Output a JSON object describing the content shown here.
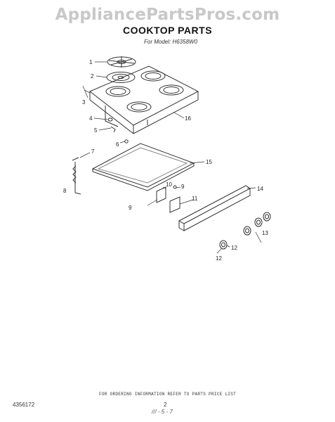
{
  "watermark": "AppliancePartsPros.com",
  "title": "COOKTOP PARTS",
  "model_line": "For Model: H6358W0",
  "callouts": [
    "1",
    "2",
    "3",
    "4",
    "5",
    "6",
    "7",
    "8",
    "9",
    "10",
    "9",
    "11",
    "12",
    "13",
    "12",
    "14",
    "15",
    "16"
  ],
  "footer": {
    "ordering_note": "FOR ORDERING INFORMATION REFER TO PARTS PRICE LIST",
    "doc_number": "4356172",
    "page_number": "2",
    "handwritten_mark": "/// - 5 - 7"
  }
}
